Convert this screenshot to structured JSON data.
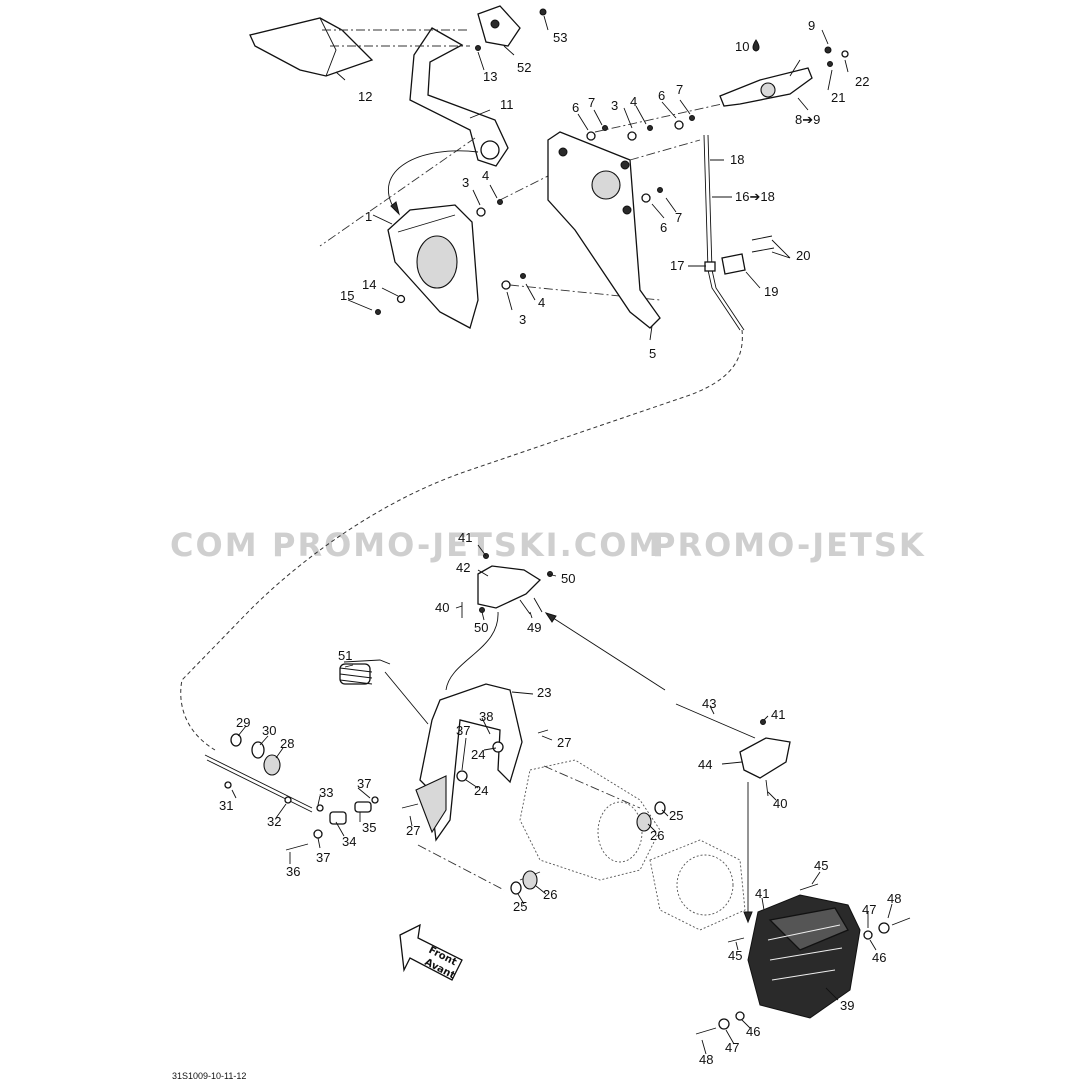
{
  "watermark": {
    "left": "COM",
    "middle": "PROMO-JETSKI.COM",
    "right": "PROMO-JETSK"
  },
  "direction_arrow": {
    "line1": "Front",
    "line2": "Avant"
  },
  "footer": {
    "code": "31S1009-10-11-12"
  },
  "labels": {
    "l1": "1",
    "l3a": "3",
    "l4a": "4",
    "l3b": "3",
    "l4b": "4",
    "l14": "14",
    "l15": "15",
    "l6a": "6",
    "l7a": "7",
    "l3c": "3",
    "l4c": "4",
    "l6b": "6",
    "l7b": "7",
    "l7c": "7",
    "l6c": "6",
    "l5": "5",
    "l11": "11",
    "l12": "12",
    "l13": "13",
    "l52": "52",
    "l53": "53",
    "l9": "9",
    "l10": "10",
    "l22": "22",
    "l21": "21",
    "l8to9": "8➔9",
    "l18": "18",
    "l16to18": "16➔18",
    "l17": "17",
    "l19": "19",
    "l20": "20",
    "l41a": "41",
    "l42": "42",
    "l50a": "50",
    "l40a": "40",
    "l50b": "50",
    "l49": "49",
    "l51": "51",
    "l23": "23",
    "l38": "38",
    "l37a": "37",
    "l24a": "24",
    "l27a": "27",
    "l24b": "24",
    "l27b": "27",
    "l29": "29",
    "l30": "30",
    "l28": "28",
    "l31": "31",
    "l33": "33",
    "l32": "32",
    "l37b": "37",
    "l35": "35",
    "l34": "34",
    "l37c": "37",
    "l36": "36",
    "l43": "43",
    "l41b": "41",
    "l44": "44",
    "l40b": "40",
    "l25a": "25",
    "l26a": "26",
    "l25b": "25",
    "l26b": "26",
    "l45a": "45",
    "l41c": "41",
    "l45b": "45",
    "l47a": "47",
    "l48a": "48",
    "l46a": "46",
    "l39": "39",
    "l46b": "46",
    "l47b": "47",
    "l48b": "48"
  },
  "colors": {
    "line": "#111111",
    "watermark": "#cfcfcf",
    "background": "#ffffff"
  },
  "icons": {
    "oil_drop": "oil-drop-icon",
    "front_arrow": "front-arrow-icon"
  }
}
